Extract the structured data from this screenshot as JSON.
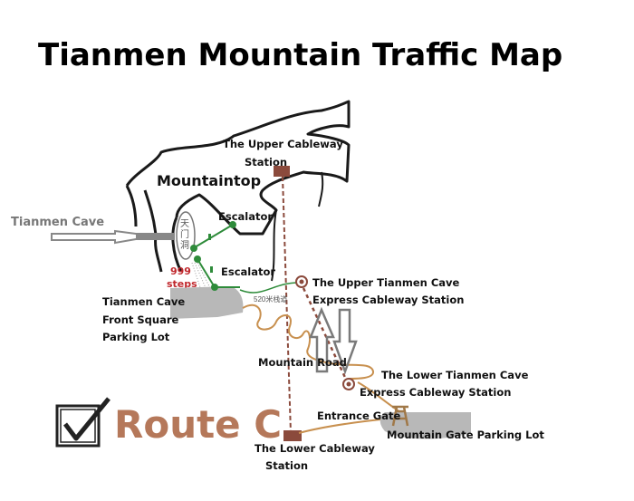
{
  "title": "Tianmen Mountain Traffic Map",
  "route": {
    "label": "Route C",
    "check_icon": "checkbox-checked-icon",
    "color": "#b5785a"
  },
  "labels": {
    "mountaintop": "Mountaintop",
    "tianmen_cave": "Tianmen Cave",
    "cave_chinese": [
      "天",
      "门",
      "洞"
    ],
    "upper_cableway": [
      "The Upper Cableway",
      "Station"
    ],
    "escalator_upper": "Escalator",
    "escalator_lower": "Escalator",
    "steps": [
      "999",
      "steps"
    ],
    "front_square": [
      "Tianmen Cave",
      "Front Square",
      "Parking Lot"
    ],
    "plank_road": "520米栈道",
    "upper_express": [
      "The Upper Tianmen Cave",
      "Express Cableway Station"
    ],
    "mountain_road": "Mountain Road",
    "lower_express": [
      "The Lower Tianmen Cave",
      "Express Cableway Station"
    ],
    "entrance_gate": "Entrance Gate",
    "gate_parking": "Mountain Gate Parking Lot",
    "lower_cableway": [
      "The Lower Cableway",
      "Station"
    ]
  },
  "colors": {
    "cableway": "#8b4a3c",
    "escalator_path": "#2e8b3a",
    "road": "#c8904f",
    "steps_text": "#c0282d",
    "parking": "#b8b8b8",
    "outline": "#1a1a1a",
    "arrow": "#7a7a7a"
  }
}
